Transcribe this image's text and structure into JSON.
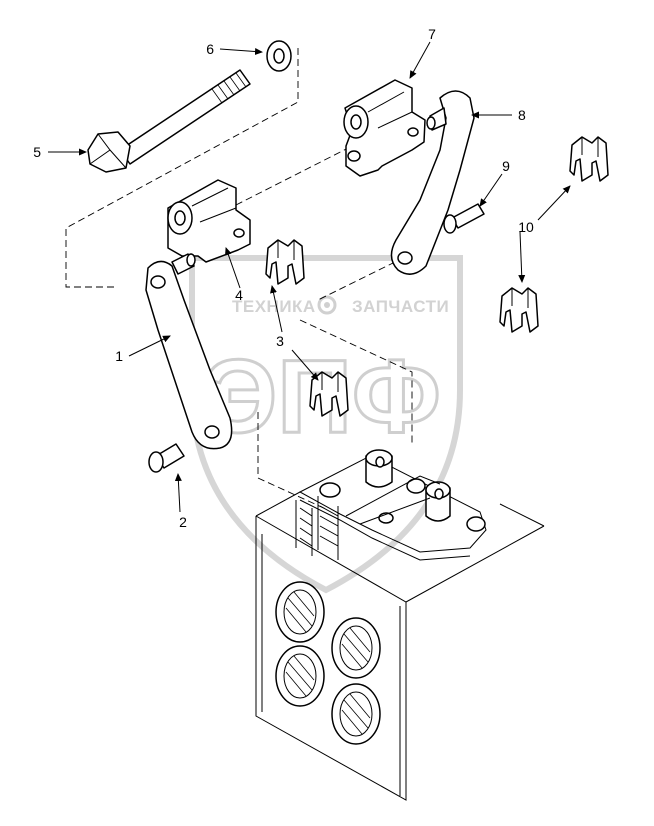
{
  "watermark": {
    "brand_left": "ТЕХНИКА",
    "brand_right": "ЗАПЧАСТИ",
    "logo_letters": "ЭПФ"
  },
  "callouts": [
    {
      "id": "1",
      "label": "1"
    },
    {
      "id": "2",
      "label": "2"
    },
    {
      "id": "3",
      "label": "3"
    },
    {
      "id": "4",
      "label": "4"
    },
    {
      "id": "5",
      "label": "5"
    },
    {
      "id": "6",
      "label": "6"
    },
    {
      "id": "7",
      "label": "7"
    },
    {
      "id": "8",
      "label": "8"
    },
    {
      "id": "9",
      "label": "9"
    },
    {
      "id": "10",
      "label": "10"
    }
  ],
  "colors": {
    "line": "#000000",
    "background": "#ffffff",
    "watermark": "#cfcfcf"
  }
}
